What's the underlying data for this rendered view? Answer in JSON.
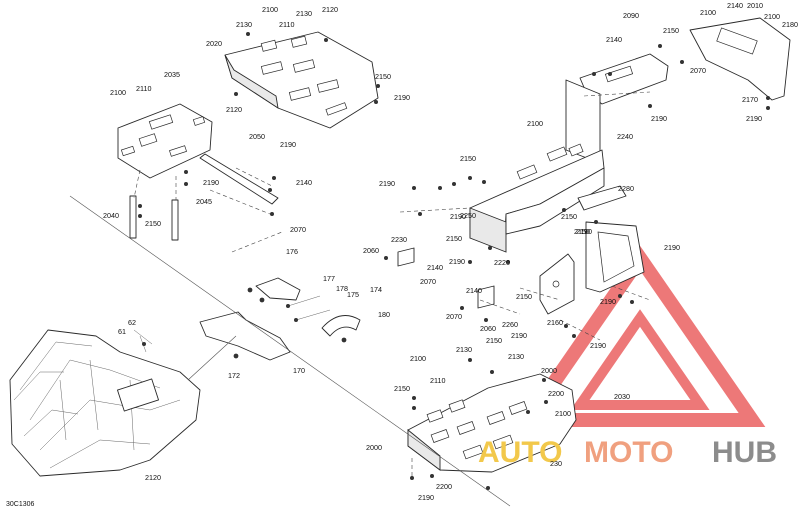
{
  "diagram": {
    "reference_code": "30C1306",
    "callouts": [
      "2100",
      "2130",
      "2130",
      "2120",
      "2110",
      "2020",
      "2120",
      "2150",
      "2190",
      "2100",
      "2110",
      "2035",
      "2050",
      "2190",
      "2190",
      "2140",
      "2040",
      "2150",
      "2045",
      "2070",
      "176",
      "177",
      "178",
      "175",
      "174",
      "180",
      "62",
      "61",
      "172",
      "170",
      "2120",
      "2090",
      "2140",
      "2150",
      "2070",
      "2190",
      "2100",
      "2140",
      "2010",
      "2100",
      "2180",
      "2170",
      "2190",
      "2100",
      "2240",
      "2150",
      "2190",
      "2150",
      "2190",
      "2230",
      "2150",
      "2060",
      "2140",
      "2070",
      "2280",
      "2150",
      "2190",
      "2250",
      "2190",
      "2190",
      "2220",
      "2140",
      "2150",
      "2070",
      "2060",
      "2260",
      "2190",
      "2160",
      "2190",
      "2190",
      "2130",
      "2150",
      "2130",
      "2000",
      "2100",
      "2150",
      "2110",
      "2200",
      "2100",
      "2030",
      "2000",
      "230",
      "2190",
      "2200"
    ]
  },
  "watermark": {
    "part1": "AUTO",
    "part2": "MOTO",
    "part3": "HUB",
    "color_yellow": "#f2c84b",
    "color_salmon": "#f0a07f",
    "color_grey": "#8c8c8c",
    "triangle_color": "#e84b4b"
  }
}
